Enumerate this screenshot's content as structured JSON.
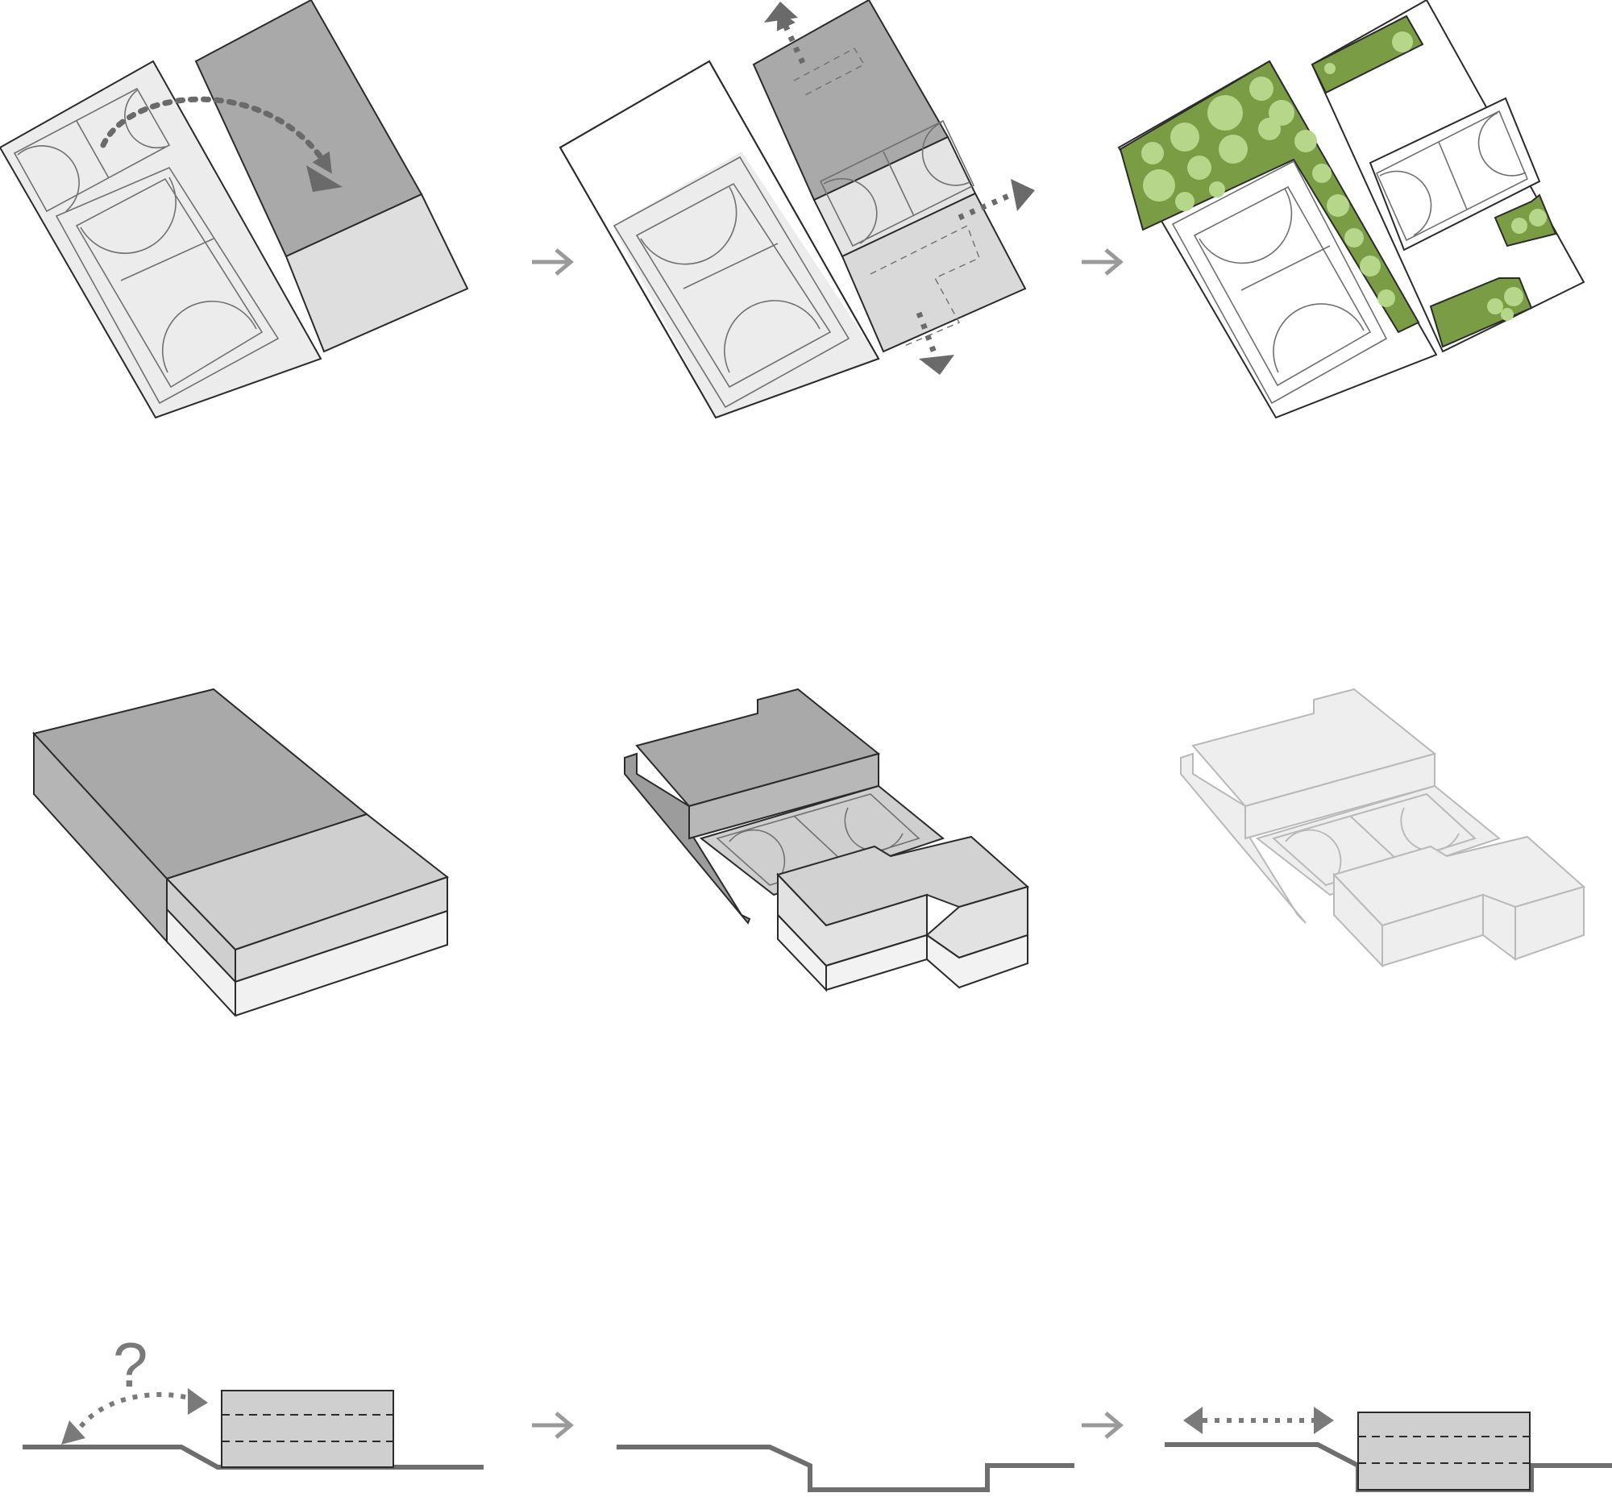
{
  "diagram": {
    "annotation_question": "?",
    "colors": {
      "outline": "#2b2b2b",
      "court_line": "#707070",
      "dark_fill": "#a9a9a9",
      "mid_fill": "#cfcfcf",
      "light_fill": "#ebebeb",
      "pale_fill": "#f6f6f6",
      "ghost_outline": "#b9b9b9",
      "arrow": "#7a7a7a",
      "step_arrow": "#9a9a9a",
      "green": "#7a9c45",
      "green_tree": "#b6d68a",
      "ground": "#6e6e6e"
    },
    "rows": [
      {
        "id": "plan",
        "steps": 3
      },
      {
        "id": "massing",
        "steps": 3
      },
      {
        "id": "section",
        "steps": 3
      }
    ]
  }
}
